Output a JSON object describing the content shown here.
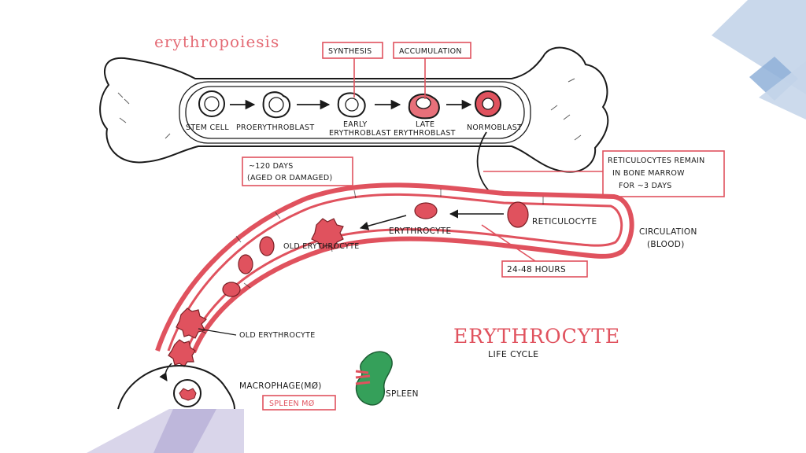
{
  "diagram": {
    "header_partial_text": "erythropoiesis",
    "title": "ERYTHROCYTE",
    "subtitle": "LIFE CYCLE",
    "stages": [
      {
        "label": "STEM CELL"
      },
      {
        "label": "PROERYTHROBLAST"
      },
      {
        "label_line1": "EARLY",
        "label_line2": "ERYTHROBLAST"
      },
      {
        "label_line1": "LATE",
        "label_line2": "ERYTHROBLAST"
      },
      {
        "label": "NORMOBLAST"
      }
    ],
    "boxes": {
      "synthesis": "SYNTHESIS",
      "accumulation": "ACCUMULATION",
      "age_line1": "~120 DAYS",
      "age_line2": "(AGED OR DAMAGED)",
      "reticulocyte_line1": "RETICULOCYTES REMAIN",
      "reticulocyte_line2": "IN BONE MARROW",
      "reticulocyte_line3": "FOR ~3 DAYS",
      "hours": "24-48 HOURS",
      "spleen_mo": "SPLEEN MØ"
    },
    "labels": {
      "reticulocyte": "RETICULOCYTE",
      "erythrocyte": "ERYTHROCYTE",
      "old_erythrocyte_top": "OLD ERYTHROCYTE",
      "old_erythrocyte_bottom": "OLD ERYTHROCYTE",
      "circulation_line1": "CIRCULATION",
      "circulation_line2": "(BLOOD)",
      "macrophage": "MACROPHAGE(MØ)",
      "spleen": "SPLEEN"
    },
    "colors": {
      "cell_red": "#e0525e",
      "spleen_green": "#35a05a",
      "deco_blue": "#c9d7ea"
    }
  }
}
